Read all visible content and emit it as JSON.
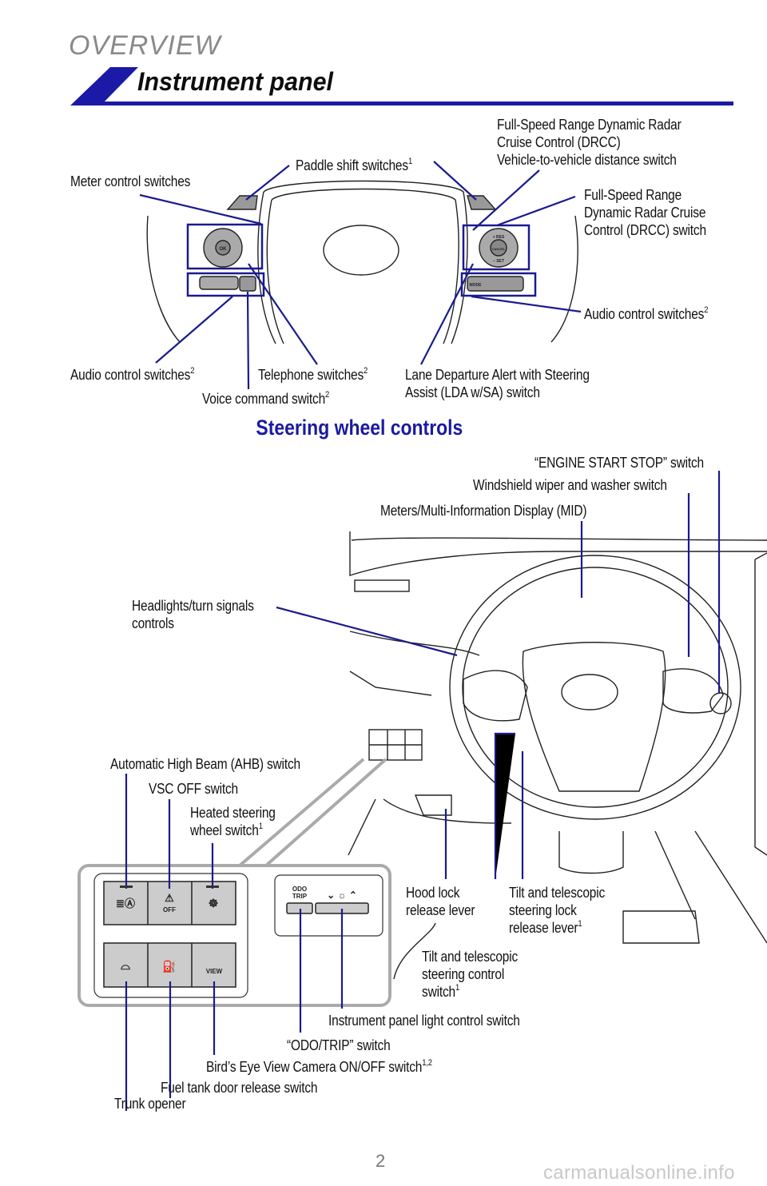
{
  "header": {
    "overview": "OVERVIEW",
    "section_title": "Instrument panel",
    "band_color": "#1a1aa6"
  },
  "steering_wheel": {
    "title": "Steering wheel controls",
    "labels": {
      "paddle": {
        "text": "Paddle shift switches",
        "sup": "1"
      },
      "meter": {
        "text": "Meter control switches"
      },
      "drcc_distance": {
        "lines": [
          "Full-Speed Range Dynamic Radar",
          "Cruise Control (DRCC)",
          "Vehicle-to-vehicle distance switch"
        ]
      },
      "drcc_switch": {
        "lines": [
          "Full-Speed Range",
          "Dynamic Radar Cruise",
          "Control (DRCC) switch"
        ]
      },
      "audio_right": {
        "text": "Audio control switches",
        "sup": "2"
      },
      "audio_left": {
        "text": "Audio control switches",
        "sup": "2"
      },
      "telephone": {
        "text": "Telephone switches",
        "sup": "2"
      },
      "voice": {
        "text": "Voice command switch",
        "sup": "2"
      },
      "lda": {
        "lines": [
          "Lane Departure Alert with Steering",
          "Assist (LDA w/SA) switch"
        ]
      }
    },
    "switch_glyphs": {
      "ok": "OK",
      "res": "+ RES",
      "cancel": "CANCEL",
      "set": "– SET",
      "mode": "MODE"
    }
  },
  "instrument_panel": {
    "labels": {
      "engine_start": "“ENGINE START STOP” switch",
      "wiper": "Windshield wiper and washer switch",
      "mid": "Meters/Multi-Information Display (MID)",
      "headlights": [
        "Headlights/turn signals",
        "controls"
      ],
      "ahb": "Automatic High Beam (AHB) switch",
      "vsc": "VSC OFF switch",
      "heated": {
        "lines": [
          "Heated steering",
          "wheel switch"
        ],
        "sup": "1"
      },
      "hood": [
        "Hood lock",
        "release lever"
      ],
      "tilt_lock": {
        "lines": [
          "Tilt and telescopic",
          "steering lock",
          "release lever"
        ],
        "sup": "1"
      },
      "tilt_control": {
        "lines": [
          "Tilt and telescopic",
          "steering control",
          "switch"
        ],
        "sup": "1"
      },
      "panel_light": "Instrument panel light control switch",
      "odo": "“ODO/TRIP” switch",
      "birds_eye": {
        "text": "Bird’s Eye View Camera ON/OFF switch",
        "sup": "1,2"
      },
      "fuel": "Fuel tank door release switch",
      "trunk": "Trunk opener"
    },
    "button_glyphs": {
      "vsc_off": "OFF",
      "view": "VIEW",
      "odo": "ODO",
      "trip": "TRIP"
    }
  },
  "footer": {
    "page_number": "2",
    "watermark": "carmanualsonline.info"
  },
  "colors": {
    "leader": "#1b1b8f",
    "accent": "#1a1aa0"
  }
}
